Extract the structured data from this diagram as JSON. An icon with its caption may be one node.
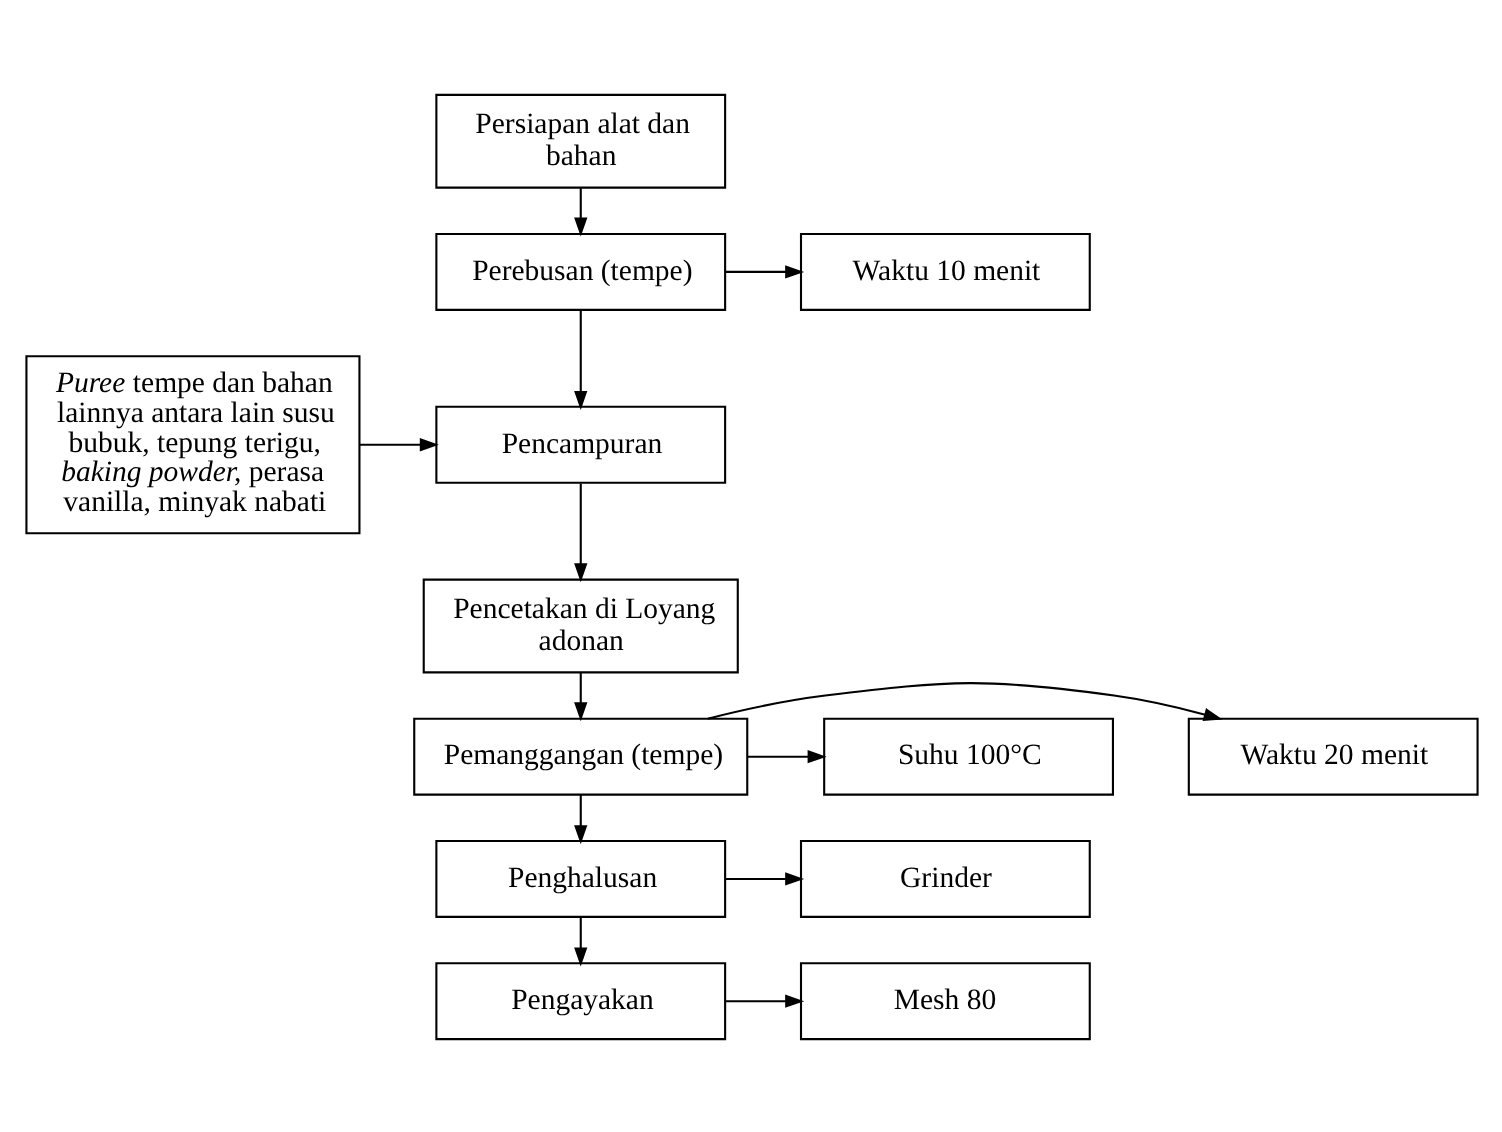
{
  "diagram": {
    "nodes": [
      {
        "text": [
          "Persiapan alat dan bahan"
        ]
      },
      {
        "text": [
          "Perebusan (tempe)"
        ]
      },
      {
        "text": [
          "Waktu 10 menit"
        ]
      },
      {
        "text": [
          "*Puree* tempe dan bahan lainnya antara lain susu bubuk, tepung terigu, *baking powder*, perasa vanilla, minyak nabati"
        ]
      },
      {
        "text": [
          "Pencampuran"
        ]
      },
      {
        "text": [
          "Pencetakan di Loyang adonan"
        ]
      },
      {
        "text": [
          "Pemanggangan (tempe)"
        ]
      },
      {
        "text": [
          "Suhu 100°C"
        ]
      },
      {
        "text": [
          "Waktu 20 menit"
        ]
      },
      {
        "text": [
          "Penghalusan"
        ]
      },
      {
        "text": [
          "Grinder"
        ]
      },
      {
        "text": [
          "Pengayakan"
        ]
      },
      {
        "text": [
          "Mesh 80"
        ]
      }
    ],
    "edges": [
      {
        "from": 0,
        "to": 1,
        "arrow": "to"
      },
      {
        "from": 1,
        "to": 2,
        "arrow": "to"
      },
      {
        "from": 3,
        "to": 4,
        "arrow": "to"
      },
      {
        "from": 1,
        "to": 4,
        "arrow": "to"
      },
      {
        "from": 4,
        "to": 5,
        "arrow": "to"
      },
      {
        "from": 5,
        "to": 6,
        "arrow": "to"
      },
      {
        "from": 6,
        "to": 7,
        "arrow": "to"
      },
      {
        "from": 6,
        "to": 8,
        "arrow": "to"
      },
      {
        "from": 6,
        "to": 9,
        "arrow": "to"
      },
      {
        "from": 9,
        "to": 10,
        "arrow": "to"
      },
      {
        "from": 9,
        "to": 11,
        "arrow": "to"
      },
      {
        "from": 11,
        "to": 12,
        "arrow": "to"
      }
    ]
  }
}
